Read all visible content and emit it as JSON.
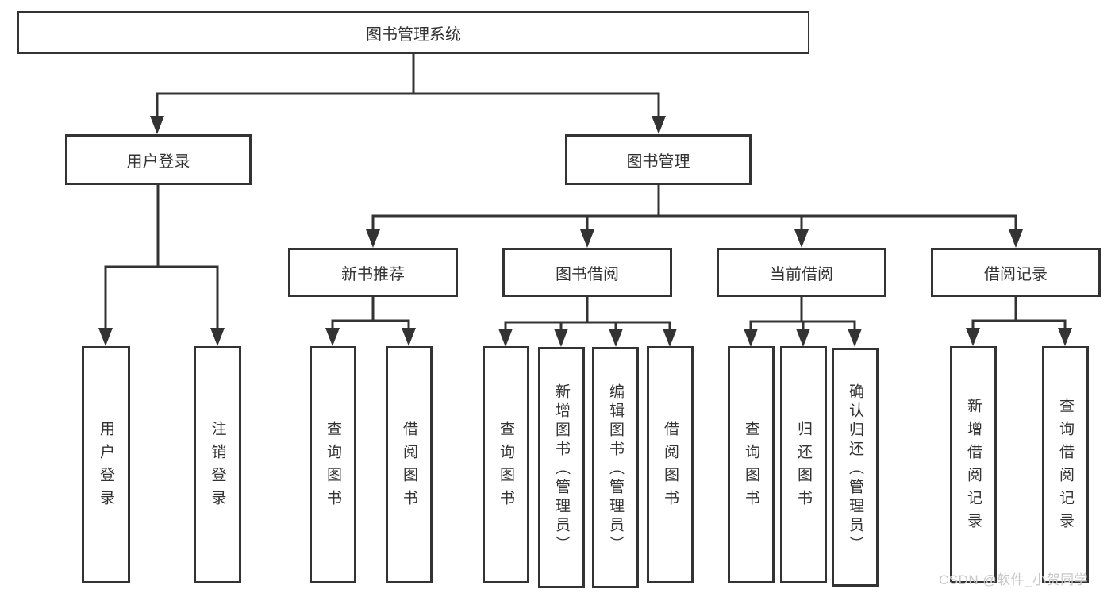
{
  "diagram": {
    "title": "图书管理系统",
    "root": {
      "label": "图书管理系统"
    },
    "branches": [
      {
        "label": "用户登录",
        "leaves": [
          {
            "label": "用户登录"
          },
          {
            "label": "注销登录"
          }
        ]
      },
      {
        "label": "图书管理",
        "children": [
          {
            "label": "新书推荐",
            "leaves": [
              {
                "label": "查询图书"
              },
              {
                "label": "借阅图书"
              }
            ]
          },
          {
            "label": "图书借阅",
            "leaves": [
              {
                "label": "查询图书"
              },
              {
                "label": "新增图书（管理员）"
              },
              {
                "label": "编辑图书（管理员）"
              },
              {
                "label": "借阅图书"
              }
            ]
          },
          {
            "label": "当前借阅",
            "leaves": [
              {
                "label": "查询图书"
              },
              {
                "label": "归还图书"
              },
              {
                "label": "确认归还（管理员）"
              }
            ]
          },
          {
            "label": "借阅记录",
            "leaves": [
              {
                "label": "新增借阅记录"
              },
              {
                "label": "查询借阅记录"
              }
            ]
          }
        ]
      }
    ],
    "colors": {
      "line": "#333333",
      "box_border": "#333333",
      "text": "#333333",
      "watermark": "#c8c8c8",
      "background": "#ffffff"
    },
    "watermark": {
      "text": "CSDN @软件_小贺同学"
    }
  }
}
